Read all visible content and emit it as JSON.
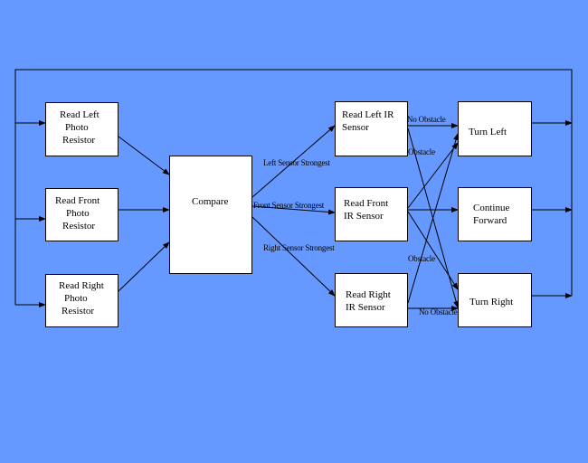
{
  "colors": {
    "background": "#6699ff",
    "box": "#ffffff",
    "line": "#000000"
  },
  "boxes": {
    "read_left_photo": [
      "Read Left",
      "Photo",
      "Resistor"
    ],
    "read_front_photo": [
      "Read Front",
      "Photo",
      "Resistor"
    ],
    "read_right_photo": [
      "Read Right",
      "Photo",
      "Resistor"
    ],
    "compare": "Compare",
    "read_left_ir": [
      "Read Left IR",
      "Sensor"
    ],
    "read_front_ir": [
      "Read Front",
      "IR Sensor"
    ],
    "read_right_ir": [
      "Read Right",
      "IR Sensor"
    ],
    "turn_left": "Turn Left",
    "continue_forward": [
      "Continue",
      "Forward"
    ],
    "turn_right": "Turn Right"
  },
  "edge_labels": {
    "left_strongest": "Left Sensor Strongest",
    "front_strongest": "Front Sensor Strongest",
    "right_strongest": "Right Sensor Strongest",
    "left_no_obstacle": "No Obstacle",
    "left_obstacle": "Obstacle",
    "right_obstacle": "Obstacle",
    "right_no_obstacle": "No Obstacle"
  }
}
